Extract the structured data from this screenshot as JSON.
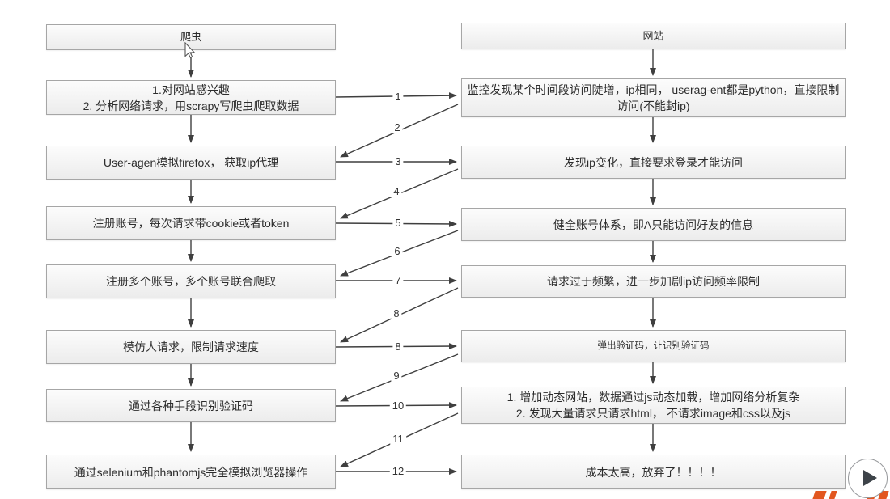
{
  "diagram": {
    "left_column": {
      "header": "爬虫",
      "steps": [
        "1.对网站感兴趣\n2. 分析网络请求，用scrapy写爬虫爬取数据",
        "User-agen模拟firefox， 获取ip代理",
        "注册账号，每次请求带cookie或者token",
        "注册多个账号，多个账号联合爬取",
        "模仿人请求，限制请求速度",
        "通过各种手段识别验证码",
        "通过selenium和phantomjs完全模拟浏览器操作"
      ]
    },
    "right_column": {
      "header": "网站",
      "steps": [
        "监控发现某个时间段访问陡增，ip相同， userag-ent都是python，直接限制访问(不能封ip)",
        "发现ip变化，直接要求登录才能访问",
        "健全账号体系，即A只能访问好友的信息",
        "请求过于频繁，进一步加剧ip访问频率限制",
        "弹出验证码，让识别验证码",
        "1. 增加动态网站，数据通过js动态加载，增加网络分析复杂\n2. 发现大量请求只请求html， 不请求image和css以及js",
        "成本太高，放弃了！！！！"
      ]
    },
    "connector_labels": [
      "1",
      "2",
      "3",
      "4",
      "5",
      "6",
      "7",
      "8",
      "8",
      "9",
      "10",
      "11",
      "12"
    ]
  },
  "icons": {
    "play": "▶",
    "cursor": "mouse-pointer"
  },
  "colors": {
    "canvas_bg": "#ffffff",
    "box_fill_top": "#fcfcfc",
    "box_fill_bottom": "#ececec",
    "box_border": "#a6a6a6",
    "line": "#3f3f3f",
    "text": "#2d2d2d",
    "watermark": "#e2561f"
  }
}
